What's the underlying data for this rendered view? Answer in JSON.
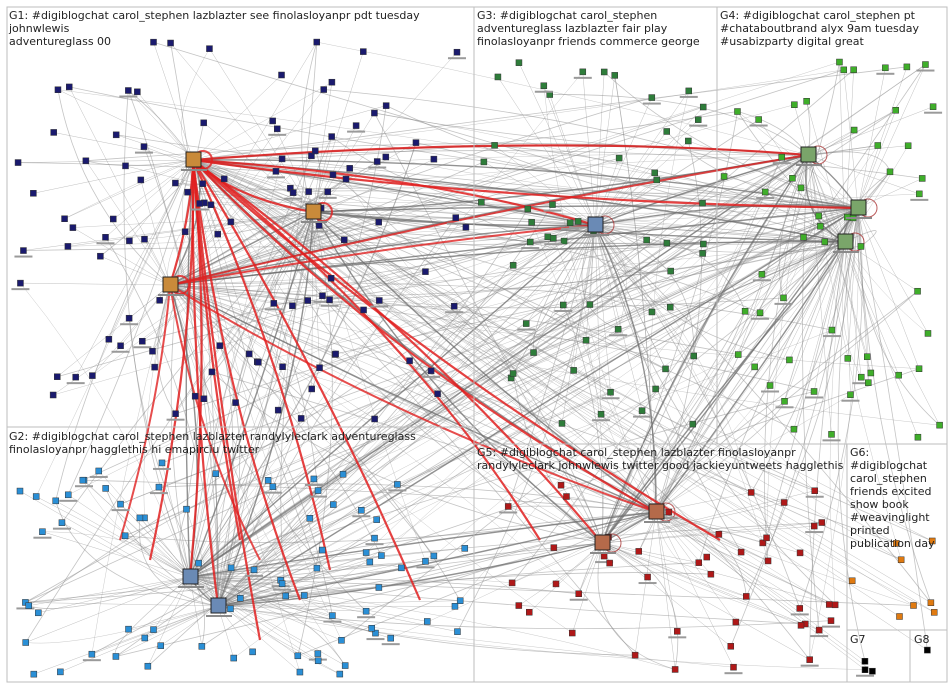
{
  "colors": {
    "g1": "#1a1a6e",
    "g2": "#2a8fd6",
    "g3": "#2e7d3a",
    "g4": "#3fae2a",
    "g5": "#b01818",
    "g6": "#e07a10",
    "edge": "#8a8a8a",
    "edge_hot": "#e02020",
    "panel_border": "#bdbdbd"
  },
  "groups": [
    {
      "id": "g1",
      "label": "G1: #digiblogchat carol_stephen lazblazter see finolasloyanpr pdt tuesday johnwlewis\nadventureglass 00"
    },
    {
      "id": "g2",
      "label": "G2: #digiblogchat carol_stephen lazblazter randylyleclark adventureglass\nfinolasloyanpr hagglethis hi emapirciu twitter"
    },
    {
      "id": "g3",
      "label": "G3: #digiblogchat carol_stephen\nadventureglass lazblazter fair play\nfinolasloyanpr friends commerce george"
    },
    {
      "id": "g4",
      "label": "G4: #digiblogchat carol_stephen pt\n#chataboutbrand alyx 9am tuesday\n#usabizparty digital great"
    },
    {
      "id": "g5",
      "label": "G5: #digiblogchat carol_stephen lazblazter finolasloyanpr\nrandylyleclark johnwlewis twitter good jackieyuntweets hagglethis"
    },
    {
      "id": "g6",
      "label": "G6: #digiblogchat\ncarol_stephen\nfriends excited\nshow book\n#weavinglight\nprinted\npublication day"
    },
    {
      "id": "g7",
      "label": "G7"
    },
    {
      "id": "g8",
      "label": "G8"
    }
  ]
}
